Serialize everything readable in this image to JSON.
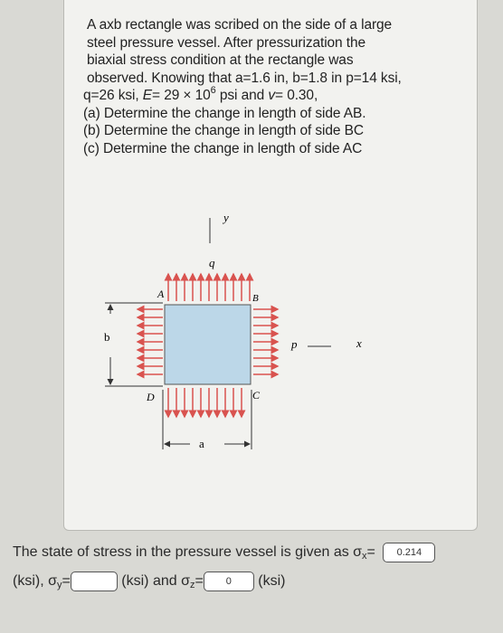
{
  "problem": {
    "lines": [
      "A axb rectangle was scribed on the side of a large",
      "steel pressure vessel. After pressurization the",
      "biaxial stress condition at the rectangle was",
      "observed. Knowing that a=1.6 in, b=1.8 in p=14 ksi,"
    ],
    "line5_a": "q=26 ksi, ",
    "line5_E": "E",
    "line5_b": "= 29 × 10",
    "line5_exp": "6",
    "line5_c": " psi and ",
    "line5_nu": "v",
    "line5_d": "= 0.30,",
    "parts": [
      "(a) Determine the change in length of side AB.",
      "(b) Determine the change in length of side BC",
      "(c) Determine the change in length of side AC"
    ]
  },
  "figure": {
    "label_y": "y",
    "label_q": "q",
    "label_A": "A",
    "label_B": "B",
    "label_C": "C",
    "label_D": "D",
    "label_b": "b",
    "label_p": "p",
    "label_x": "x",
    "label_a": "a",
    "arrow_color": "#d9534f",
    "rect_color": "#bcd7e8"
  },
  "answer": {
    "text1": "The state of stress in the pressure vessel is given as σ",
    "sub_x": "x",
    "eq": "=",
    "sigma_x_value": "0.214",
    "text2": "(ksi), σ",
    "sub_y": "y",
    "sigma_y_value": "",
    "text3": "(ksi) and σ",
    "sub_z": "z",
    "sigma_z_value": "0",
    "text4": "(ksi)"
  }
}
